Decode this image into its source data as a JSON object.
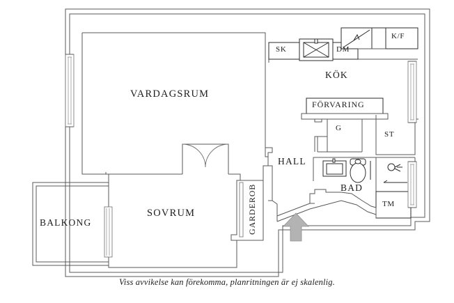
{
  "document": {
    "type": "floor-plan",
    "language": "sv",
    "caption": "Viss avvikelse kan förekomma, planritningen är ej skalenlig."
  },
  "rooms": [
    {
      "key": "vardagsrum",
      "label": "VARDAGSRUM",
      "meaning": "living room"
    },
    {
      "key": "sovrum",
      "label": "SOVRUM",
      "meaning": "bedroom"
    },
    {
      "key": "balkong",
      "label": "BALKONG",
      "meaning": "balcony"
    },
    {
      "key": "kok",
      "label": "KÖK",
      "meaning": "kitchen"
    },
    {
      "key": "hall",
      "label": "HALL",
      "meaning": "hallway"
    },
    {
      "key": "bad",
      "label": "BAD",
      "meaning": "bathroom"
    },
    {
      "key": "garderob",
      "label": "GARDEROB",
      "meaning": "wardrobe"
    },
    {
      "key": "forvaring",
      "label": "FÖRVARING",
      "meaning": "storage"
    }
  ],
  "annotations": [
    {
      "key": "sk",
      "label": "SK",
      "meaning": "skafferi / cabinet"
    },
    {
      "key": "dm",
      "label": "DM",
      "meaning": "diskmaskin / dishwasher"
    },
    {
      "key": "kf",
      "label": "K/F",
      "meaning": "kyl/frys / fridge-freezer"
    },
    {
      "key": "g",
      "label": "G",
      "meaning": "garderob / closet"
    },
    {
      "key": "st",
      "label": "ST",
      "meaning": "städ / utility"
    },
    {
      "key": "tm",
      "label": "TM",
      "meaning": "tvättmaskin / washing machine"
    }
  ],
  "colors": {
    "wall": "#58585a",
    "fixture": "#2b2b2b",
    "arrow_fill": "#b3b3b3",
    "arrow_stroke": "#8f8f8f",
    "text": "#1d1d1d",
    "background": "#ffffff"
  },
  "features": {
    "entrance_arrow": "entrance-direction-arrow",
    "kitchen_sink": "sink-icon",
    "stove": "stove-icon",
    "bath_sink": "washbasin-icon",
    "toilet": "toilet-icon",
    "shower": "shower-icon",
    "double_door": "double-door-swing",
    "windows_count": 4
  }
}
